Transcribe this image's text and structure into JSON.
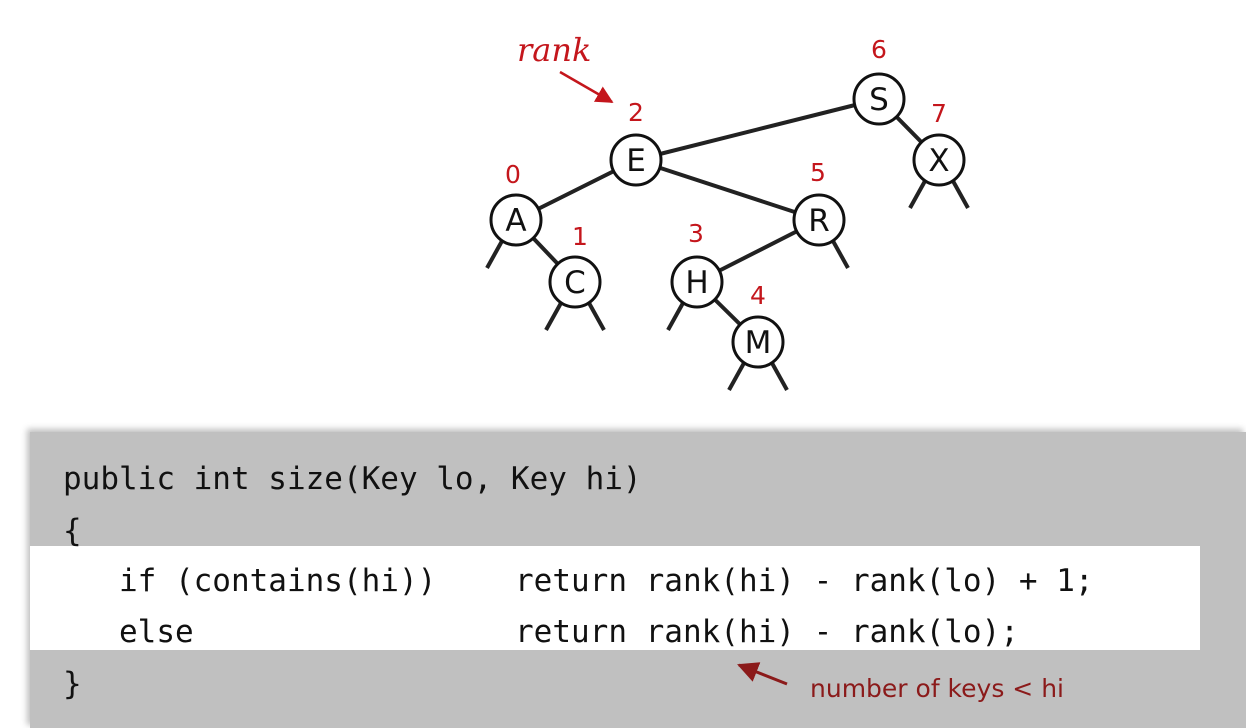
{
  "tree": {
    "annotation": "rank",
    "nodes": [
      {
        "id": "S",
        "rank": "6"
      },
      {
        "id": "E",
        "rank": "2"
      },
      {
        "id": "X",
        "rank": "7"
      },
      {
        "id": "A",
        "rank": "0"
      },
      {
        "id": "R",
        "rank": "5"
      },
      {
        "id": "C",
        "rank": "1"
      },
      {
        "id": "H",
        "rank": "3"
      },
      {
        "id": "M",
        "rank": "4"
      }
    ],
    "edges": [
      [
        "S",
        "E"
      ],
      [
        "S",
        "X"
      ],
      [
        "E",
        "A"
      ],
      [
        "E",
        "R"
      ],
      [
        "A",
        "C"
      ],
      [
        "R",
        "H"
      ],
      [
        "H",
        "M"
      ]
    ]
  },
  "code": {
    "lines": [
      "public int size(Key lo, Key hi)",
      "{",
      "   if (contains(hi))",
      "return rank(hi) - rank(lo) + 1;",
      "   else",
      "return rank(hi) - rank(lo);",
      "}"
    ],
    "highlight_color": "#ffffff",
    "panel_color": "#c0c0c0"
  },
  "annotation": {
    "text": "number of keys < hi",
    "color": "#8b1a1a"
  },
  "colors": {
    "rank": "#c4161c",
    "edge": "#222222"
  }
}
